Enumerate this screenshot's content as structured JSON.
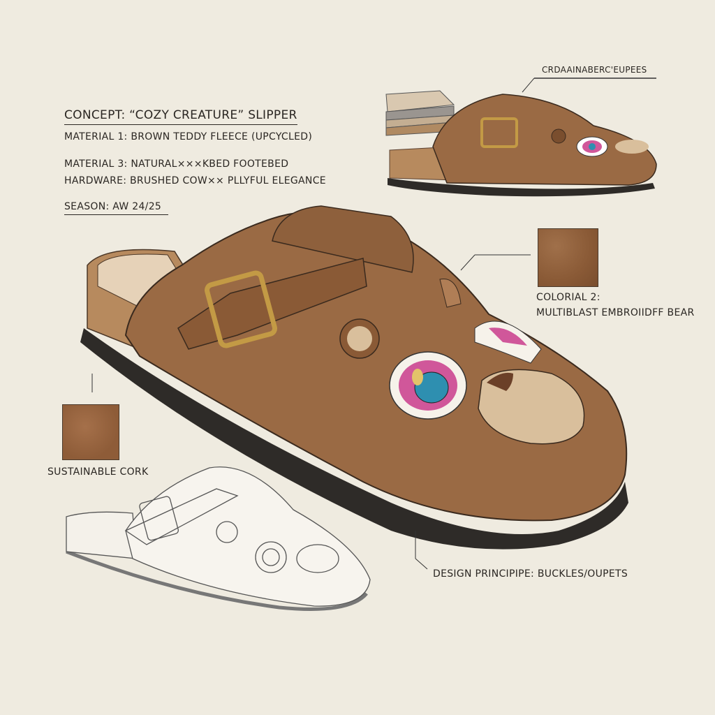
{
  "notes": {
    "concept": "CONCEPT: “COZY CREATURE” SLIPPER",
    "material1": "MATERIAL 1: BROWN TEDDY FLEECE (UPCYCLED)",
    "material3": "MATERIAL 3: NATURAL⨯⨯⨯KBED FOOTEBED",
    "hardware": "HARDWARE: BRUSHED COW⨯⨯ PLLYFUL ELEGANCE",
    "season": "SEASON: AW 24/25"
  },
  "callouts": {
    "top_right": "CRDAAINABERC'EUPEES",
    "colorial_line1": "COLORIAL 2:",
    "colorial_line2": "MULTIBLAST EMBROIIDFF BEAR",
    "cork": "SUSTAINABLE CORK",
    "design_principle": "DESIGN PRINCIPIPE: BUCKLES/OUPETS"
  },
  "colors": {
    "paper": "#efebe0",
    "fleece": "#9a6a44",
    "sole": "#2e2b28",
    "cork": "#b78a5e",
    "eye_pink": "#d0579a",
    "eye_blue": "#2e8fb0",
    "muzzle": "#d9bf9c"
  }
}
